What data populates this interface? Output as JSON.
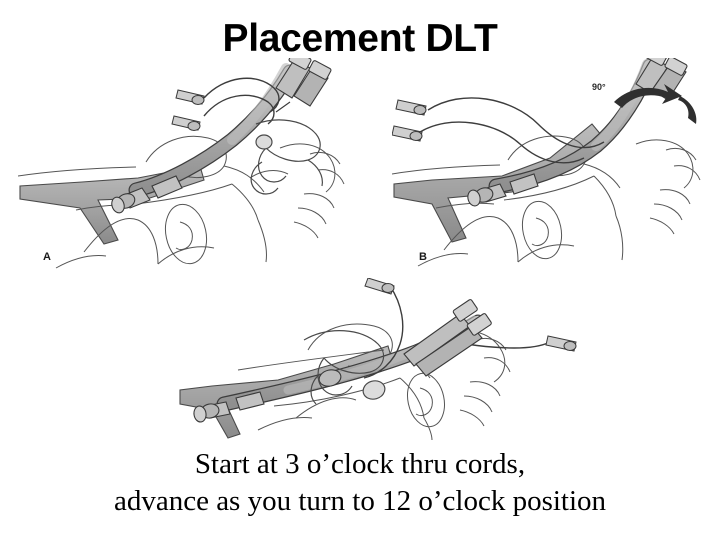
{
  "slide": {
    "title": "Placement DLT",
    "background_color": "#ffffff",
    "text_color": "#000000"
  },
  "figure": {
    "panels": [
      {
        "id": "A",
        "letter": "A",
        "description": "Double-lumen tube entering the mouth, connectors held at the 3 o'clock position while passing through the vocal cords"
      },
      {
        "id": "B",
        "letter": "B",
        "description": "Tube advanced into the trachea while being rotated 90 degrees",
        "annotation": "90°"
      },
      {
        "id": "C",
        "letter": "",
        "description": "Tube fully advanced with connectors turned to the 12 o'clock position"
      }
    ],
    "ink_color": "#3a3a3a",
    "tube_fill": "#a8a8a8",
    "airway_fill": "#9e9e9e",
    "highlight_fill": "#d4d4d4"
  },
  "caption": {
    "line1": "Start at 3 o’clock thru cords,",
    "line2": "advance as you turn to 12 o’clock position"
  }
}
